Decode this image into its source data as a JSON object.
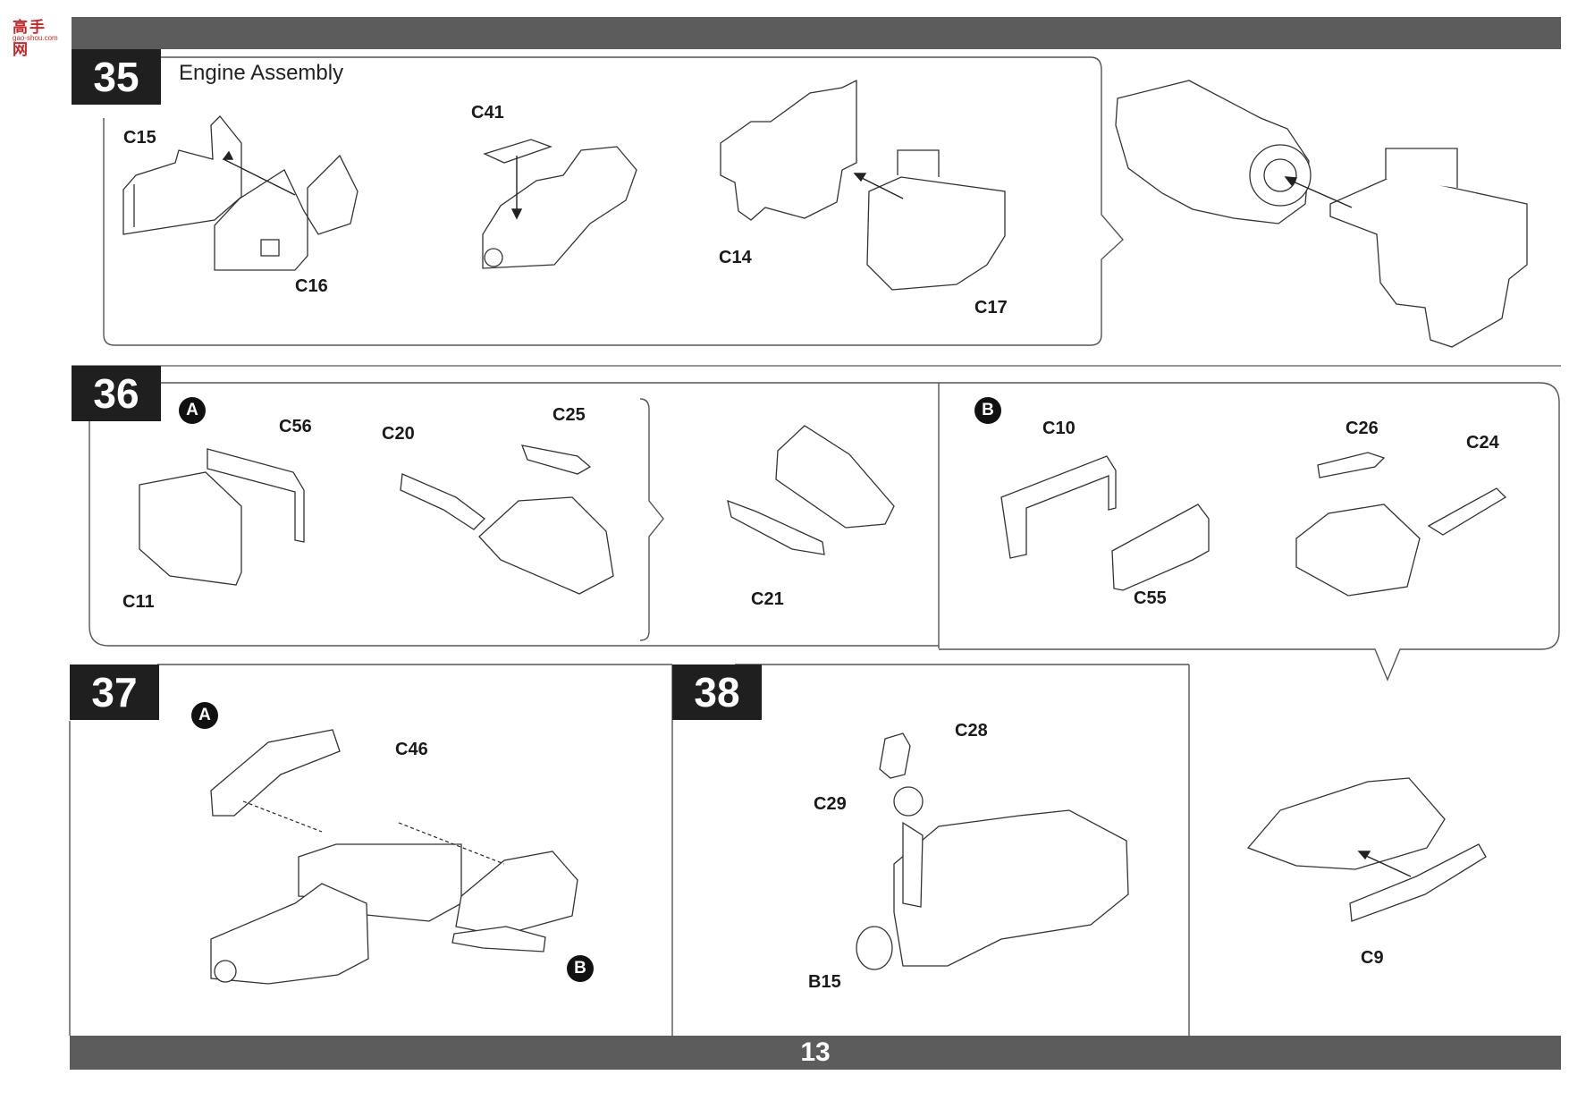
{
  "logo": {
    "text": "高手网",
    "sub": "gao-shou.com"
  },
  "page_number": "13",
  "steps": [
    {
      "number": "35",
      "title": "Engine Assembly"
    },
    {
      "number": "36",
      "title": ""
    },
    {
      "number": "37",
      "title": ""
    },
    {
      "number": "38",
      "title": ""
    }
  ],
  "markers": {
    "a": "A",
    "b": "B"
  },
  "parts": {
    "c15": "C15",
    "c16": "C16",
    "c41": "C41",
    "c14": "C14",
    "c17": "C17",
    "c56": "C56",
    "c20": "C20",
    "c25": "C25",
    "c11": "C11",
    "c21": "C21",
    "c10": "C10",
    "c26": "C26",
    "c24": "C24",
    "c55": "C55",
    "c46": "C46",
    "c28": "C28",
    "c29": "C29",
    "b15": "B15",
    "c9": "C9"
  }
}
